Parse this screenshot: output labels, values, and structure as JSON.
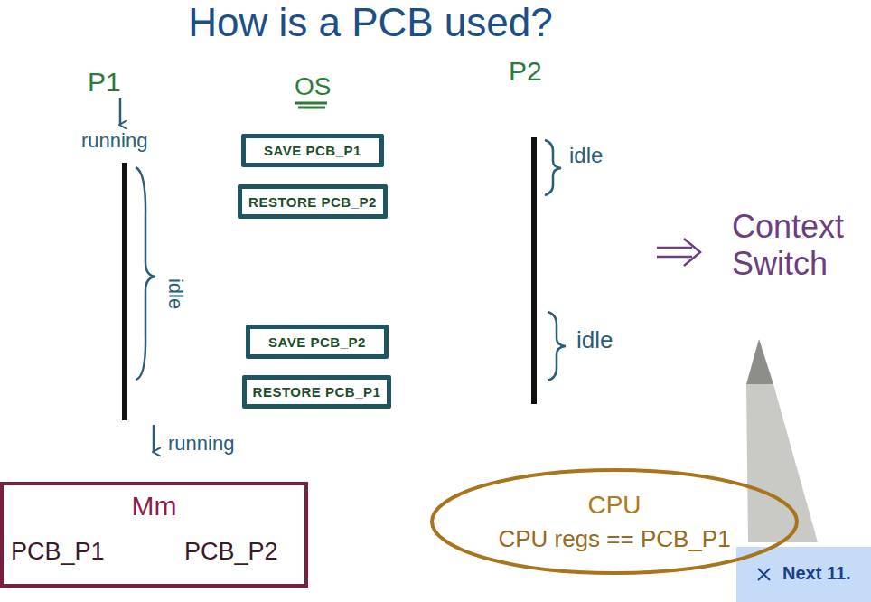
{
  "diagram": {
    "title": "How is a PCB used?",
    "nodes": [
      {
        "text": [
          "SAVE PCB_P1"
        ]
      },
      {
        "text": [
          "RESTORE PCB_P2"
        ]
      },
      {
        "text": [
          "SAVE PCB_P2"
        ]
      },
      {
        "text": [
          "RESTORE PCB_P1"
        ]
      },
      {
        "text": [
          "Mm",
          "PCB_P1",
          "PCB_P2"
        ]
      },
      {
        "text": [
          "CPU",
          "CPU regs == PCB_P1"
        ]
      }
    ],
    "labels": [
      "P1",
      "OS",
      "P2",
      "running",
      "idle",
      "idle",
      "Context Switch",
      "idle",
      "running",
      "Next 11."
    ]
  }
}
